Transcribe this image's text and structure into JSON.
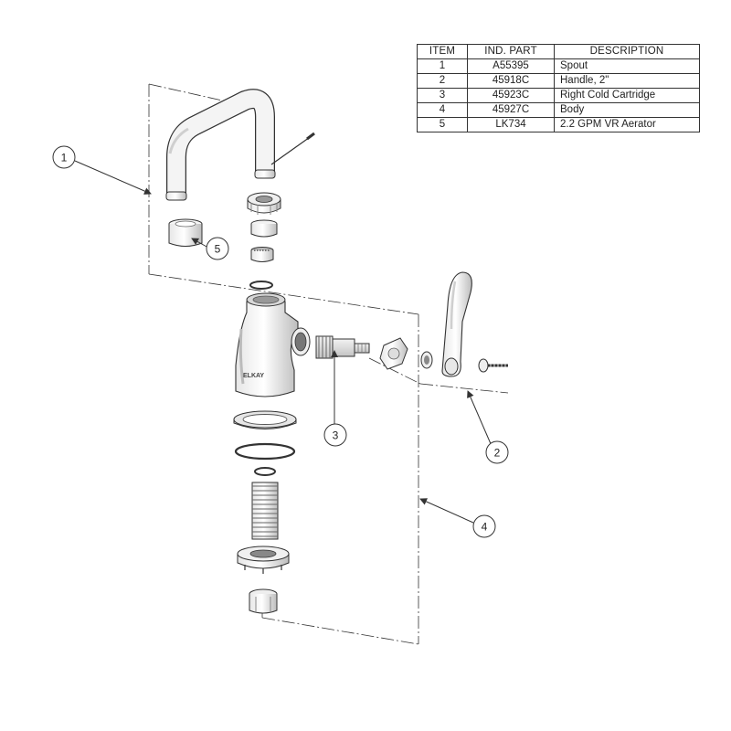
{
  "table": {
    "headers": {
      "item": "ITEM",
      "part": "IND. PART",
      "description": "DESCRIPTION"
    },
    "rows": [
      {
        "item": "1",
        "part": "A55395",
        "description": "Spout"
      },
      {
        "item": "2",
        "part": "45918C",
        "description": "Handle, 2\""
      },
      {
        "item": "3",
        "part": "45923C",
        "description": "Right Cold Cartridge"
      },
      {
        "item": "4",
        "part": "45927C",
        "description": "Body"
      },
      {
        "item": "5",
        "part": "LK734",
        "description": "2.2 GPM VR Aerator"
      }
    ]
  },
  "callouts": [
    "1",
    "2",
    "3",
    "4",
    "5"
  ],
  "brand": "ELKAY"
}
